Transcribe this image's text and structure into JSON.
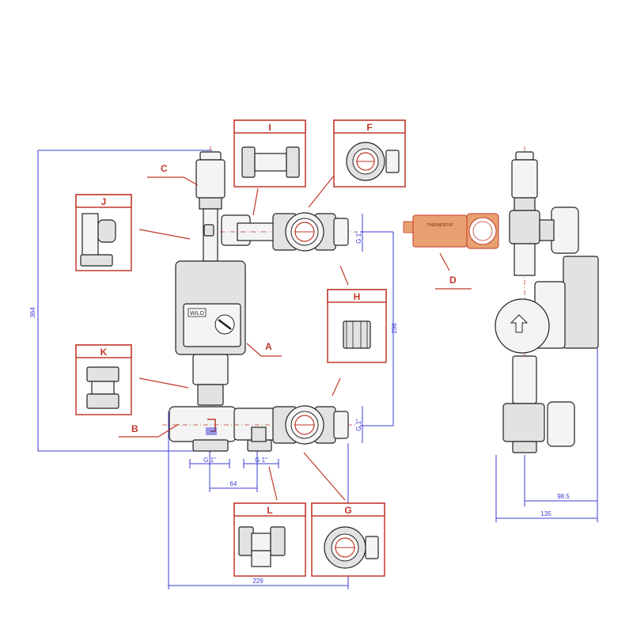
{
  "labels": {
    "A": "A",
    "B": "B",
    "C": "C",
    "D": "D",
    "F": "F",
    "G": "G",
    "H": "H",
    "I": "I",
    "J": "J",
    "K": "K",
    "L": "L"
  },
  "dimensions": {
    "height_total": "364",
    "height_right": "298",
    "width_total": "229",
    "spacing": "64",
    "side_depth": "98.5",
    "side_width": "135",
    "thread_bottom_left": "G 1\"",
    "thread_bottom_mid": "G 1\"",
    "thread_right_top": "G 1\"",
    "thread_right_bottom": "G 1\""
  },
  "device_text": {
    "pump_brand": "WILO",
    "thermostat": "THERMOSTAT"
  },
  "colors": {
    "callout": "#c0392b",
    "dimension": "#3b3bd6",
    "thermostat_fill": "#e8a070"
  }
}
